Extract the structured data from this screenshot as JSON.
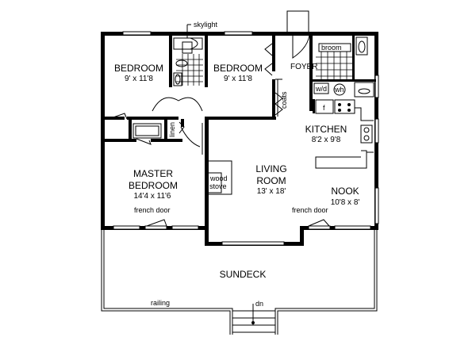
{
  "plan": {
    "rooms": {
      "bedroom1": {
        "name": "BEDROOM",
        "dims": "9' x 11'8"
      },
      "bedroom2": {
        "name": "BEDROOM",
        "dims": "9' x 11'8"
      },
      "master": {
        "name1": "MASTER",
        "name2": "BEDROOM",
        "dims": "14'4 x 11'6"
      },
      "living": {
        "name1": "LIVING",
        "name2": "ROOM",
        "dims": "13' x 18'"
      },
      "kitchen": {
        "name": "KITCHEN",
        "dims": "8'2 x 9'8"
      },
      "nook": {
        "name": "NOOK",
        "dims": "10'8 x 8'"
      },
      "foyer": {
        "name": "FOYER"
      },
      "sundeck": {
        "name": "SUNDECK"
      }
    },
    "annotations": {
      "skylight": "skylight",
      "broom": "broom",
      "coats": "coats",
      "linen": "linen",
      "wd": "w/d",
      "wh": "wh",
      "fridge": "f",
      "wood_stove_1": "wood",
      "wood_stove_2": "stove",
      "french_door_left": "french door",
      "french_door_right": "french door",
      "railing": "railing",
      "dn": "dn"
    }
  }
}
